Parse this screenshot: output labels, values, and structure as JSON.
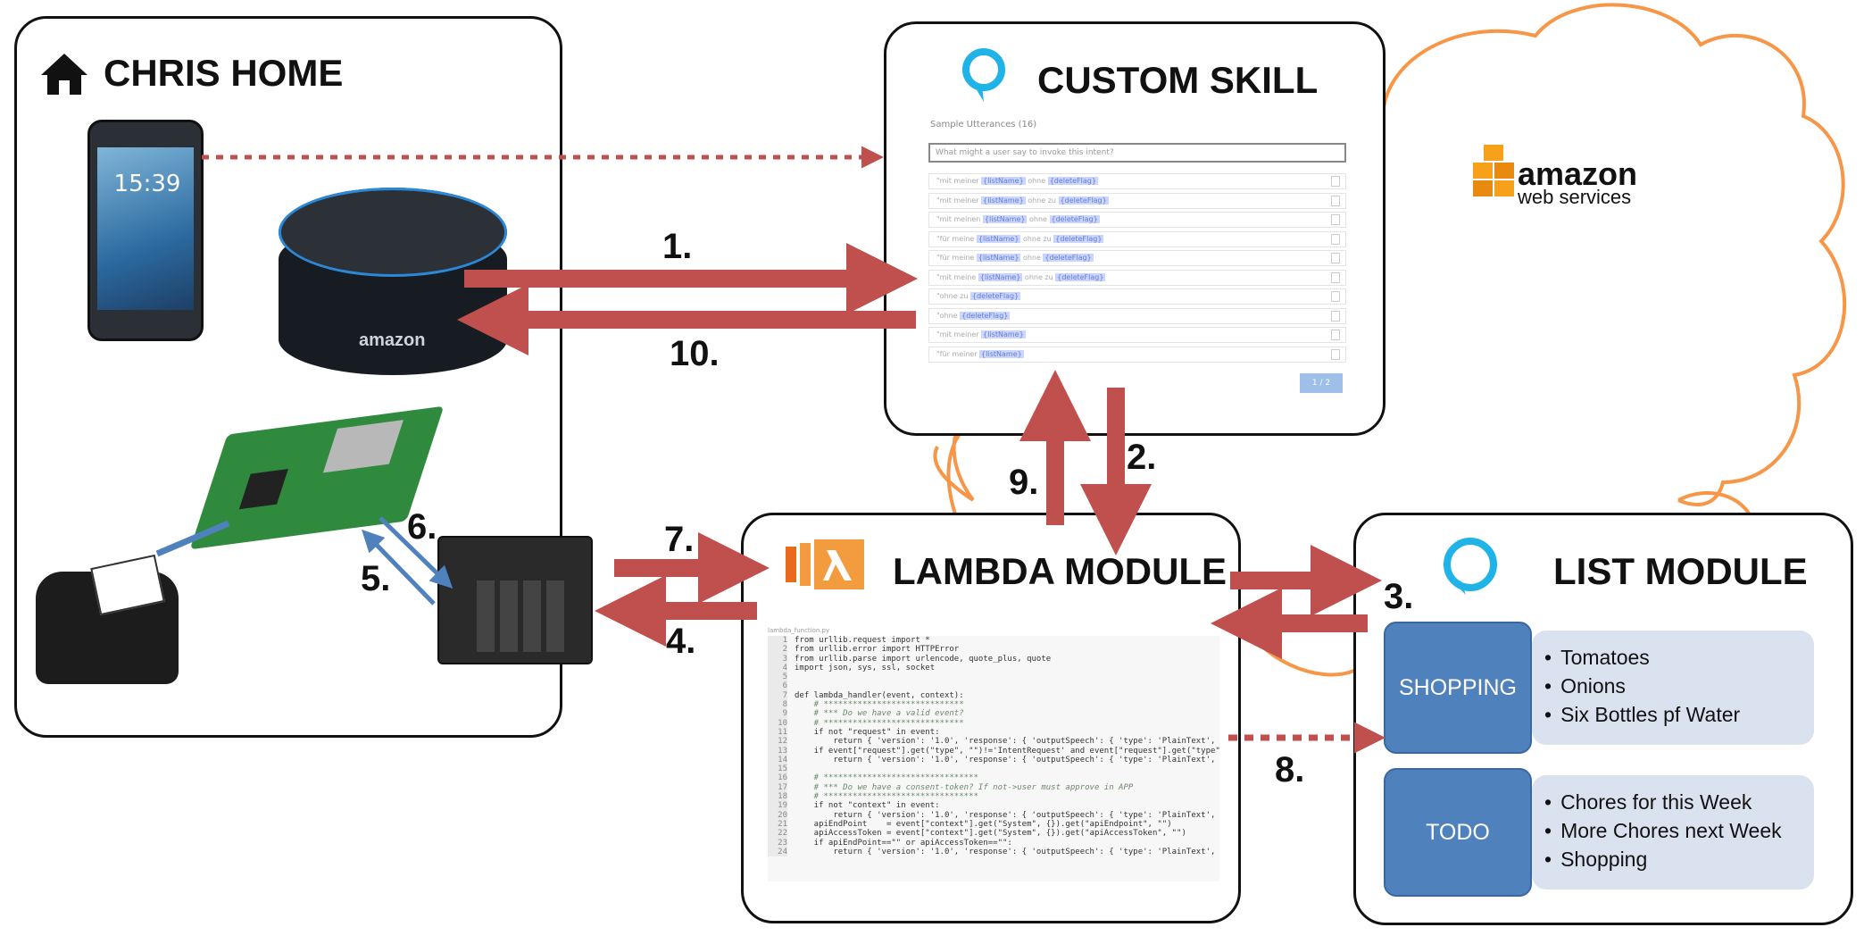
{
  "panels": {
    "home": {
      "title": "CHRIS HOME"
    },
    "skill": {
      "title": "CUSTOM SKILL"
    },
    "lambda": {
      "title": "LAMBDA MODULE"
    },
    "list": {
      "title": "LIST MODULE"
    }
  },
  "cloud": {
    "logo_brand": "amazon",
    "logo_sub": "web services"
  },
  "echo": {
    "brand": "amazon"
  },
  "phone": {
    "time": "15:39"
  },
  "steps": [
    "1.",
    "2.",
    "3.",
    "4.",
    "5.",
    "6.",
    "7.",
    "8.",
    "9.",
    "10."
  ],
  "skill_ui": {
    "header": "Sample Utterances",
    "count": "(16)",
    "input_placeholder": "What might a user say to invoke this intent?",
    "pager": "1 / 2",
    "rows": [
      {
        "pre": "\"mit meiner ",
        "slot1": "{listName}",
        "mid": " ohne ",
        "slot2": "{deleteFlag}"
      },
      {
        "pre": "\"mit meiner ",
        "slot1": "{listName}",
        "mid": " ohne zu ",
        "slot2": "{deleteFlag}"
      },
      {
        "pre": "\"mit meinen ",
        "slot1": "{listName}",
        "mid": " ohne ",
        "slot2": "{deleteFlag}"
      },
      {
        "pre": "\"für meine ",
        "slot1": "{listName}",
        "mid": " ohne zu ",
        "slot2": "{deleteFlag}"
      },
      {
        "pre": "\"für meine ",
        "slot1": "{listName}",
        "mid": " ohne ",
        "slot2": "{deleteFlag}"
      },
      {
        "pre": "\"mit meine ",
        "slot1": "{listName}",
        "mid": " ohne zu ",
        "slot2": "{deleteFlag}"
      },
      {
        "pre": "\"ohne zu ",
        "slot1": "{deleteFlag}",
        "mid": "",
        "slot2": ""
      },
      {
        "pre": "\"ohne ",
        "slot1": "{deleteFlag}",
        "mid": "",
        "slot2": ""
      },
      {
        "pre": "\"mit meiner ",
        "slot1": "{listName}",
        "mid": "",
        "slot2": ""
      },
      {
        "pre": "\"für meiner ",
        "slot1": "{listName}",
        "mid": "",
        "slot2": ""
      }
    ]
  },
  "code": {
    "filename": "lambda_function.py",
    "lines": [
      {
        "n": "1",
        "t": "from urllib.request import *"
      },
      {
        "n": "2",
        "t": "from urllib.error import HTTPError"
      },
      {
        "n": "3",
        "t": "from urllib.parse import urlencode, quote_plus, quote"
      },
      {
        "n": "4",
        "t": "import json, sys, ssl, socket"
      },
      {
        "n": "5",
        "t": ""
      },
      {
        "n": "6",
        "t": ""
      },
      {
        "n": "7",
        "t": "def lambda_handler(event, context):"
      },
      {
        "n": "8",
        "t": "    # *****************************"
      },
      {
        "n": "9",
        "t": "    # *** Do we have a valid event?"
      },
      {
        "n": "10",
        "t": "    # *****************************"
      },
      {
        "n": "11",
        "t": "    if not \"request\" in event:"
      },
      {
        "n": "12",
        "t": "        return { 'version': '1.0', 'response': { 'outputSpeech': { 'type': 'PlainText', 'text':"
      },
      {
        "n": "13",
        "t": "    if event[\"request\"].get(\"type\", \"\")!='IntentRequest' and event[\"request\"].get(\"type\", \"\")!="
      },
      {
        "n": "14",
        "t": "        return { 'version': '1.0', 'response': { 'outputSpeech': { 'type': 'PlainText', 'text':"
      },
      {
        "n": "15",
        "t": ""
      },
      {
        "n": "16",
        "t": "    # ********************************"
      },
      {
        "n": "17",
        "t": "    # *** Do we have a consent-token? If not->user must approve in APP"
      },
      {
        "n": "18",
        "t": "    # ********************************"
      },
      {
        "n": "19",
        "t": "    if not \"context\" in event:"
      },
      {
        "n": "20",
        "t": "        return { 'version': '1.0', 'response': { 'outputSpeech': { 'type': 'PlainText', 'text':"
      },
      {
        "n": "21",
        "t": "    apiEndPoint    = event[\"context\"].get(\"System\", {}).get(\"apiEndpoint\", \"\")"
      },
      {
        "n": "22",
        "t": "    apiAccessToken = event[\"context\"].get(\"System\", {}).get(\"apiAccessToken\", \"\")"
      },
      {
        "n": "23",
        "t": "    if apiEndPoint==\"\" or apiAccessToken==\"\":"
      },
      {
        "n": "24",
        "t": "        return { 'version': '1.0', 'response': { 'outputSpeech': { 'type': 'PlainText', 'text':"
      }
    ]
  },
  "lists": {
    "shopping": {
      "label": "SHOPPING",
      "items": [
        "Tomatoes",
        "Onions",
        "Six Bottles pf Water"
      ]
    },
    "todo": {
      "label": "TODO",
      "items": [
        "Chores for this Week",
        "More Chores next Week",
        "Shopping"
      ]
    }
  },
  "colors": {
    "arrow_red": "#c0504d",
    "arrow_blue": "#4f81bd",
    "cloud_orange": "#f79646",
    "list_blue": "#4f81bd",
    "list_bg": "#dbe2ef",
    "aws_orange": "#f7a11a",
    "alexa_blue": "#1fb3e8"
  }
}
